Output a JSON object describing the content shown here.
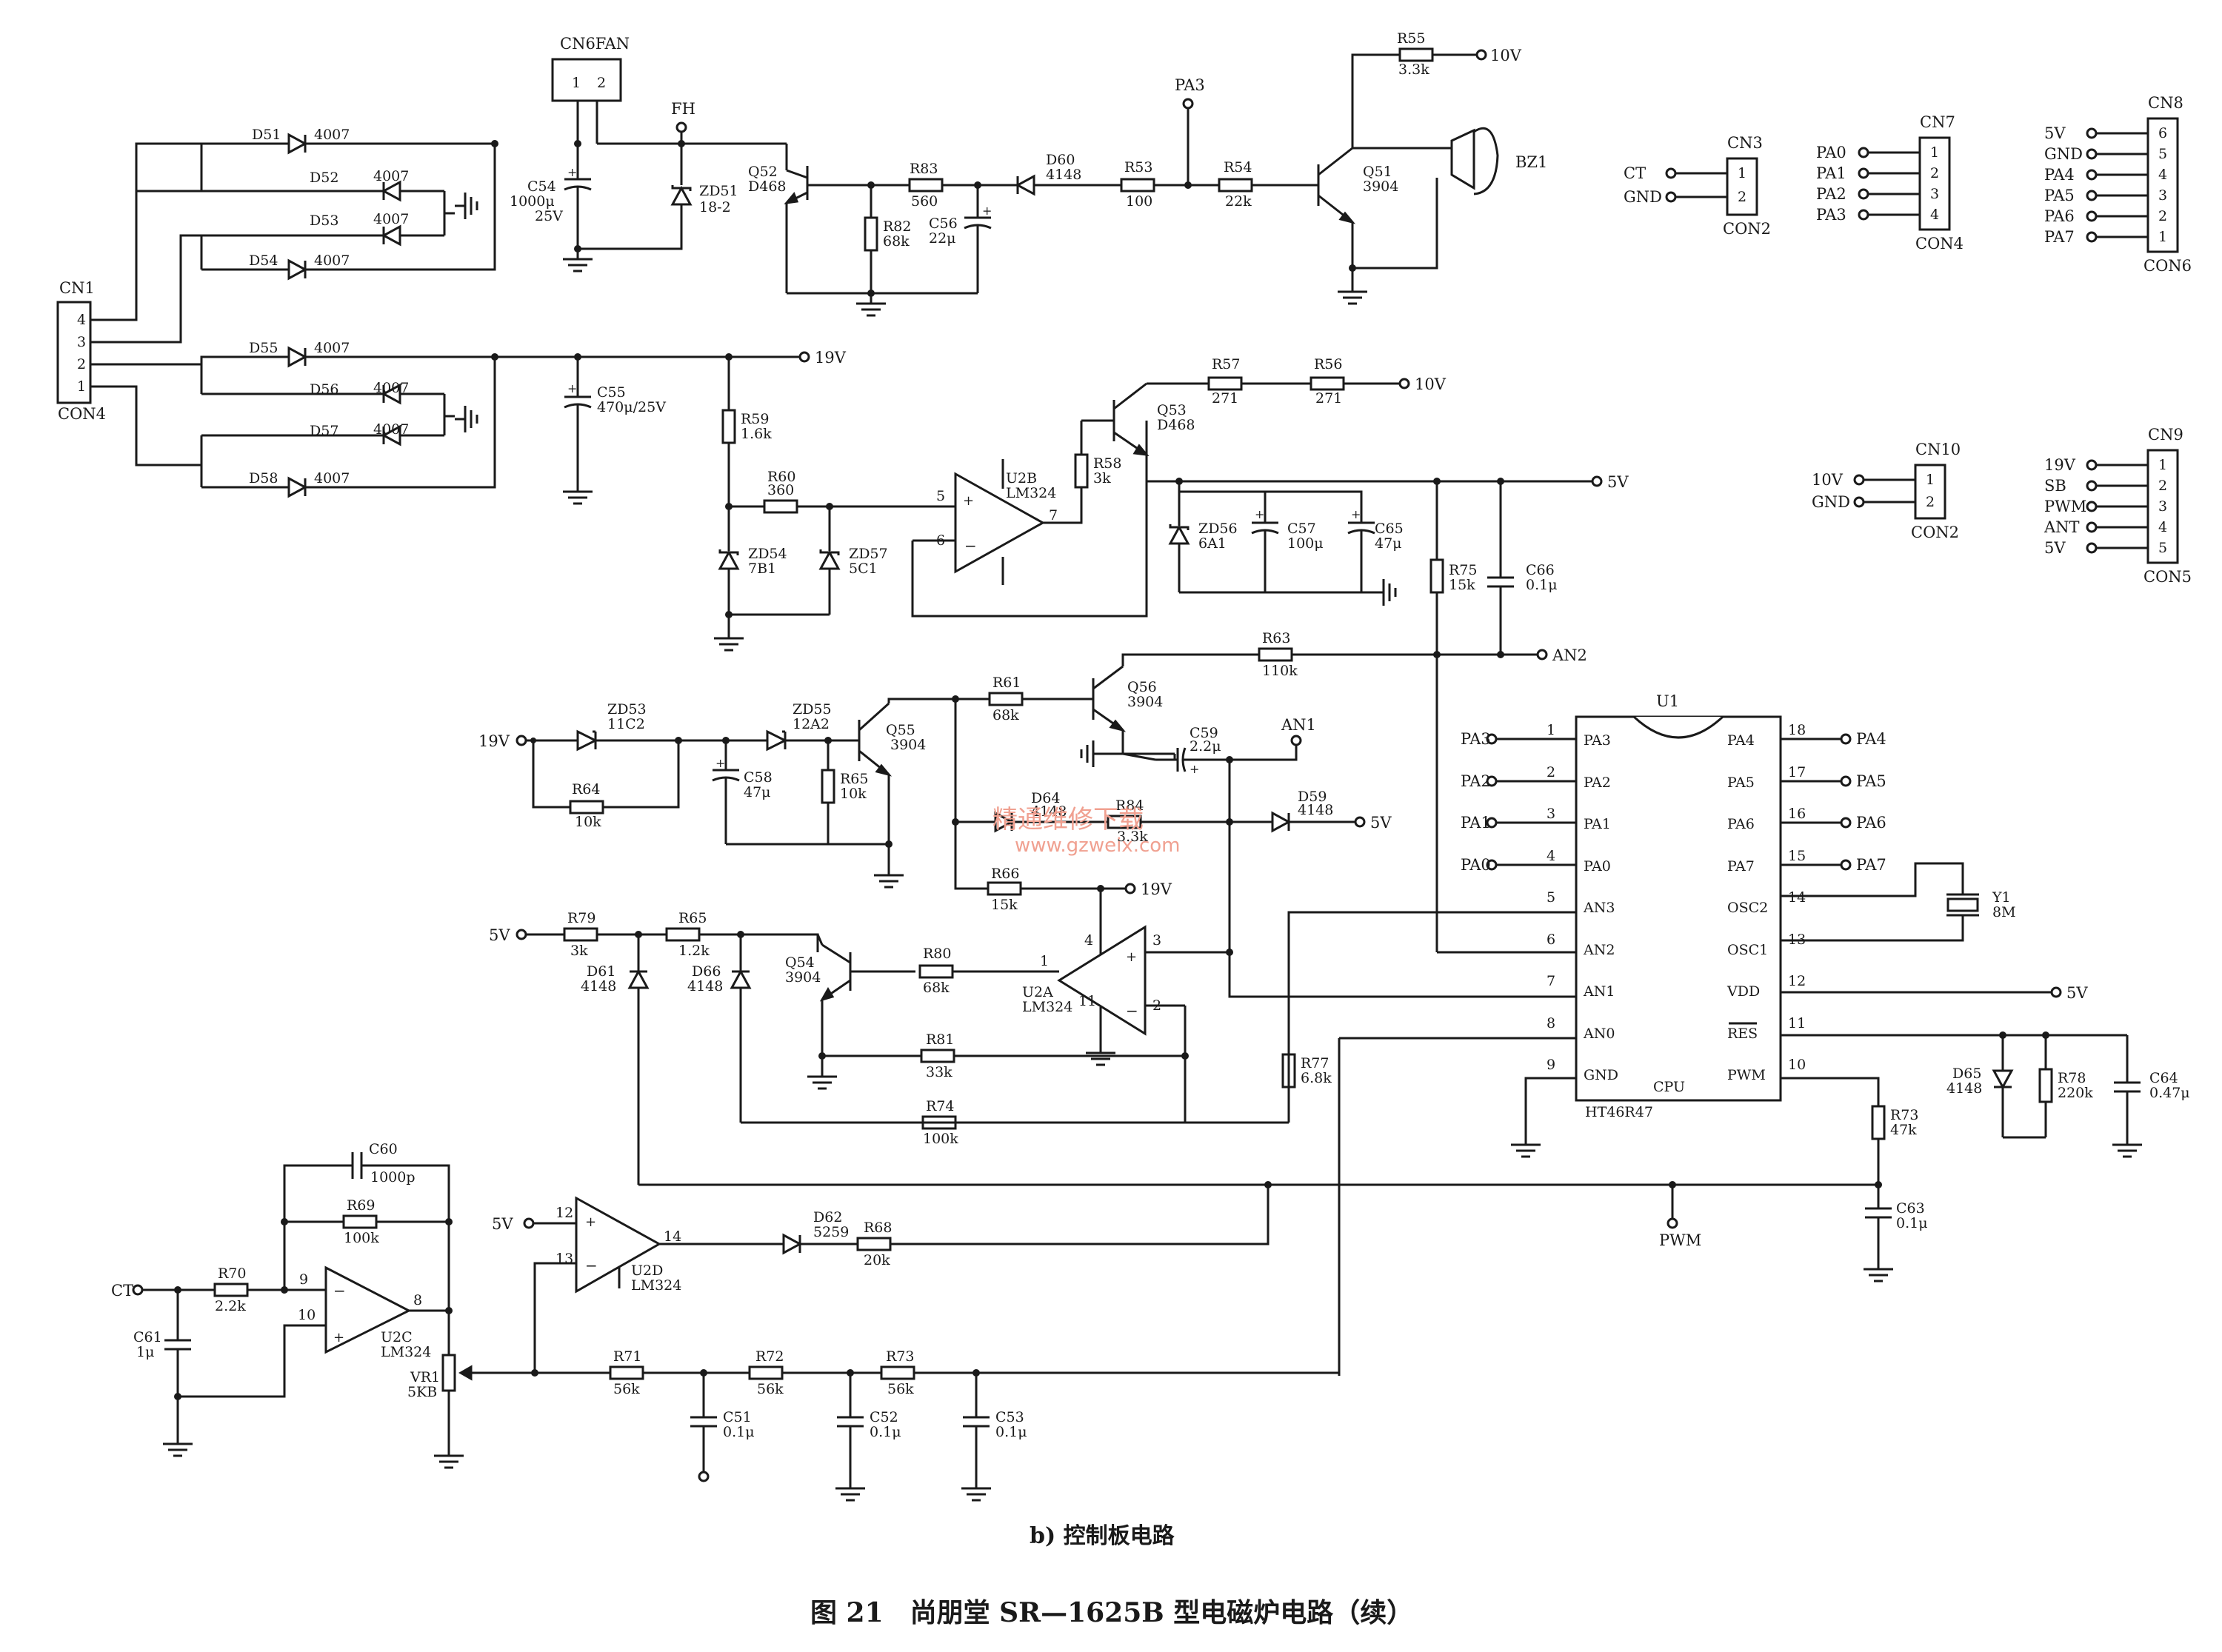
{
  "captions": {
    "subtitle": "b) 控制板电路",
    "title": "图 21　尚朋堂 SR—1625B 型电磁炉电路（续）"
  },
  "watermark": {
    "line1": "精通维修下载",
    "line2": "www.gzweix.com"
  },
  "connectors": {
    "cn1": {
      "name": "CN1",
      "type": "CON4",
      "pins": [
        "4",
        "3",
        "2",
        "1"
      ]
    },
    "cn6fan": {
      "name": "CN6FAN",
      "pins": [
        "1",
        "2"
      ]
    },
    "cn3": {
      "name": "CN3",
      "type": "CON2",
      "pins": [
        "1",
        "2"
      ],
      "signals": [
        "CT",
        "GND"
      ]
    },
    "cn7": {
      "name": "CN7",
      "type": "CON4",
      "pins": [
        "1",
        "2",
        "3",
        "4"
      ],
      "signals": [
        "PA0",
        "PA1",
        "PA2",
        "PA3"
      ]
    },
    "cn8": {
      "name": "CN8",
      "type": "CON6",
      "pins": [
        "6",
        "5",
        "4",
        "3",
        "2",
        "1"
      ],
      "signals": [
        "5V",
        "GND",
        "PA4",
        "PA5",
        "PA6",
        "PA7"
      ]
    },
    "cn10": {
      "name": "CN10",
      "type": "CON2",
      "pins": [
        "1",
        "2"
      ],
      "signals": [
        "10V",
        "GND"
      ]
    },
    "cn9": {
      "name": "CN9",
      "type": "CON5",
      "pins": [
        "1",
        "2",
        "3",
        "4",
        "5"
      ],
      "signals": [
        "19V",
        "SB",
        "PWM",
        "ANT",
        "5V"
      ]
    }
  },
  "rails": {
    "v19": "19V",
    "v10": "10V",
    "v5": "5V",
    "pa3": "PA3",
    "fh": "FH",
    "an1": "AN1",
    "an2": "AN2",
    "ct": "CT",
    "pwm": "PWM",
    "bz1": "BZ1",
    "gnd": "GND"
  },
  "diodes": {
    "d51": {
      "ref": "D51",
      "val": "4007"
    },
    "d52": {
      "ref": "D52",
      "val": "4007"
    },
    "d53": {
      "ref": "D53",
      "val": "4007"
    },
    "d54": {
      "ref": "D54",
      "val": "4007"
    },
    "d55": {
      "ref": "D55",
      "val": "4007"
    },
    "d56": {
      "ref": "D56",
      "val": "4007"
    },
    "d57": {
      "ref": "D57",
      "val": "4007"
    },
    "d58": {
      "ref": "D58",
      "val": "4007"
    },
    "d60": {
      "ref": "D60",
      "val": "4148"
    },
    "d59": {
      "ref": "D59",
      "val": "4148"
    },
    "d64": {
      "ref": "D64",
      "val": "4148"
    },
    "d61": {
      "ref": "D61",
      "val": "4148"
    },
    "d66": {
      "ref": "D66",
      "val": "4148"
    },
    "d62": {
      "ref": "D62",
      "val": "5259"
    },
    "d65": {
      "ref": "D65",
      "val": "4148"
    },
    "zd51": {
      "ref": "ZD51",
      "val": "18-2"
    },
    "zd54": {
      "ref": "ZD54",
      "val": "7B1"
    },
    "zd57": {
      "ref": "ZD57",
      "val": "5C1"
    },
    "zd56": {
      "ref": "ZD56",
      "val": "6A1"
    },
    "zd53": {
      "ref": "ZD53",
      "val": "11C2"
    },
    "zd55": {
      "ref": "ZD55",
      "val": "12A2"
    }
  },
  "resistors": {
    "r55": {
      "ref": "R55",
      "val": "3.3k"
    },
    "r83": {
      "ref": "R83",
      "val": "560"
    },
    "r82": {
      "ref": "R82",
      "val": "68k"
    },
    "r53": {
      "ref": "R53",
      "val": "100"
    },
    "r54": {
      "ref": "R54",
      "val": "22k"
    },
    "r59": {
      "ref": "R59",
      "val": "1.6k"
    },
    "r60": {
      "ref": "R60",
      "val": "360"
    },
    "r58": {
      "ref": "R58",
      "val": "3k"
    },
    "r57": {
      "ref": "R57",
      "val": "271"
    },
    "r56": {
      "ref": "R56",
      "val": "271"
    },
    "r75": {
      "ref": "R75",
      "val": "15k"
    },
    "r63": {
      "ref": "R63",
      "val": "110k"
    },
    "r61": {
      "ref": "R61",
      "val": "68k"
    },
    "r64": {
      "ref": "R64",
      "val": "10k"
    },
    "r65a": {
      "ref": "R65",
      "val": "10k"
    },
    "r84": {
      "ref": "R84",
      "val": "3.3k"
    },
    "r66": {
      "ref": "R66",
      "val": "15k"
    },
    "r79": {
      "ref": "R79",
      "val": "3k"
    },
    "r65b": {
      "ref": "R65",
      "val": "1.2k"
    },
    "r80": {
      "ref": "R80",
      "val": "68k"
    },
    "r81": {
      "ref": "R81",
      "val": "33k"
    },
    "r74": {
      "ref": "R74",
      "val": "100k"
    },
    "r77": {
      "ref": "R77",
      "val": "6.8k"
    },
    "r69": {
      "ref": "R69",
      "val": "100k"
    },
    "r70": {
      "ref": "R70",
      "val": "2.2k"
    },
    "r68": {
      "ref": "R68",
      "val": "20k"
    },
    "r71": {
      "ref": "R71",
      "val": "56k"
    },
    "r72": {
      "ref": "R72",
      "val": "56k"
    },
    "r73a": {
      "ref": "R73",
      "val": "56k"
    },
    "r73b": {
      "ref": "R73",
      "val": "47k"
    },
    "r78": {
      "ref": "R78",
      "val": "220k"
    },
    "vr1": {
      "ref": "VR1",
      "val": "5KB"
    }
  },
  "capacitors": {
    "c54": {
      "ref": "C54",
      "val": "1000μ",
      "v": "25V"
    },
    "c56": {
      "ref": "C56",
      "val": "22μ"
    },
    "c55": {
      "ref": "C55",
      "val": "470μ/25V"
    },
    "c57": {
      "ref": "C57",
      "val": "100μ"
    },
    "c65": {
      "ref": "C65",
      "val": "47μ"
    },
    "c66": {
      "ref": "C66",
      "val": "0.1μ"
    },
    "c59": {
      "ref": "C59",
      "val": "2.2μ"
    },
    "c58": {
      "ref": "C58",
      "val": "47μ"
    },
    "c60": {
      "ref": "C60",
      "val": "1000p"
    },
    "c61": {
      "ref": "C61",
      "val": "1μ"
    },
    "c51": {
      "ref": "C51",
      "val": "0.1μ"
    },
    "c52": {
      "ref": "C52",
      "val": "0.1μ"
    },
    "c53": {
      "ref": "C53",
      "val": "0.1μ"
    },
    "c63": {
      "ref": "C63",
      "val": "0.1μ"
    },
    "c64": {
      "ref": "C64",
      "val": "0.47μ"
    }
  },
  "transistors": {
    "q52": {
      "ref": "Q52",
      "val": "D468"
    },
    "q51": {
      "ref": "Q51",
      "val": "3904"
    },
    "q53": {
      "ref": "Q53",
      "val": "D468"
    },
    "q56": {
      "ref": "Q56",
      "val": "3904"
    },
    "q55": {
      "ref": "Q55",
      "val": "3904"
    },
    "q54": {
      "ref": "Q54",
      "val": "3904"
    }
  },
  "opamps": {
    "u2b": {
      "ref": "U2B",
      "val": "LM324",
      "pins": [
        "5",
        "6",
        "7"
      ]
    },
    "u2a": {
      "ref": "U2A",
      "val": "LM324",
      "pins": [
        "3",
        "2",
        "1",
        "4",
        "11"
      ]
    },
    "u2c": {
      "ref": "U2C",
      "val": "LM324",
      "pins": [
        "9",
        "10",
        "8"
      ]
    },
    "u2d": {
      "ref": "U2D",
      "val": "LM324",
      "pins": [
        "12",
        "13",
        "14"
      ]
    }
  },
  "crystal": {
    "ref": "Y1",
    "val": "8M"
  },
  "mcu": {
    "ref": "U1",
    "part": "HT46R47",
    "cpu": "CPU",
    "left": [
      {
        "n": "1",
        "pin": "PA3",
        "ext": "PA3"
      },
      {
        "n": "2",
        "pin": "PA2",
        "ext": "PA2"
      },
      {
        "n": "3",
        "pin": "PA1",
        "ext": "PA1"
      },
      {
        "n": "4",
        "pin": "PA0",
        "ext": "PA0"
      },
      {
        "n": "5",
        "pin": "AN3"
      },
      {
        "n": "6",
        "pin": "AN2"
      },
      {
        "n": "7",
        "pin": "AN1"
      },
      {
        "n": "8",
        "pin": "AN0"
      },
      {
        "n": "9",
        "pin": "GND"
      }
    ],
    "right": [
      {
        "n": "18",
        "pin": "PA4",
        "ext": "PA4"
      },
      {
        "n": "17",
        "pin": "PA5",
        "ext": "PA5"
      },
      {
        "n": "16",
        "pin": "PA6",
        "ext": "PA6"
      },
      {
        "n": "15",
        "pin": "PA7",
        "ext": "PA7"
      },
      {
        "n": "14",
        "pin": "OSC2"
      },
      {
        "n": "13",
        "pin": "OSC1"
      },
      {
        "n": "12",
        "pin": "VDD",
        "ext": "5V"
      },
      {
        "n": "11",
        "pin": "RES"
      },
      {
        "n": "10",
        "pin": "PWM"
      }
    ]
  }
}
